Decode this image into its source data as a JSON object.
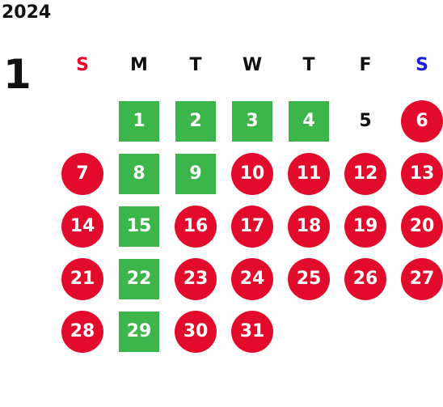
{
  "year": "2024",
  "month": "1",
  "colors": {
    "sunday": "#e8002a",
    "saturday": "#1f1fd6",
    "weekday": "#111111",
    "holiday_circle": "#e30b2b",
    "work_square": "#3cb54a"
  },
  "weekdays": [
    {
      "label": "S",
      "kind": "sunday"
    },
    {
      "label": "M",
      "kind": "weekday"
    },
    {
      "label": "T",
      "kind": "weekday"
    },
    {
      "label": "W",
      "kind": "weekday"
    },
    {
      "label": "T",
      "kind": "weekday"
    },
    {
      "label": "F",
      "kind": "weekday"
    },
    {
      "label": "S",
      "kind": "saturday"
    }
  ],
  "weeks": [
    [
      null,
      {
        "n": "1",
        "s": "square"
      },
      {
        "n": "2",
        "s": "square"
      },
      {
        "n": "3",
        "s": "square"
      },
      {
        "n": "4",
        "s": "square"
      },
      {
        "n": "5",
        "s": "plain"
      },
      {
        "n": "6",
        "s": "circle"
      }
    ],
    [
      {
        "n": "7",
        "s": "circle"
      },
      {
        "n": "8",
        "s": "square"
      },
      {
        "n": "9",
        "s": "square"
      },
      {
        "n": "10",
        "s": "circle"
      },
      {
        "n": "11",
        "s": "circle"
      },
      {
        "n": "12",
        "s": "circle"
      },
      {
        "n": "13",
        "s": "circle"
      }
    ],
    [
      {
        "n": "14",
        "s": "circle"
      },
      {
        "n": "15",
        "s": "square"
      },
      {
        "n": "16",
        "s": "circle"
      },
      {
        "n": "17",
        "s": "circle"
      },
      {
        "n": "18",
        "s": "circle"
      },
      {
        "n": "19",
        "s": "circle"
      },
      {
        "n": "20",
        "s": "circle"
      }
    ],
    [
      {
        "n": "21",
        "s": "circle"
      },
      {
        "n": "22",
        "s": "square"
      },
      {
        "n": "23",
        "s": "circle"
      },
      {
        "n": "24",
        "s": "circle"
      },
      {
        "n": "25",
        "s": "circle"
      },
      {
        "n": "26",
        "s": "circle"
      },
      {
        "n": "27",
        "s": "circle"
      }
    ],
    [
      {
        "n": "28",
        "s": "circle"
      },
      {
        "n": "29",
        "s": "square"
      },
      {
        "n": "30",
        "s": "circle"
      },
      {
        "n": "31",
        "s": "circle"
      },
      null,
      null,
      null
    ]
  ]
}
